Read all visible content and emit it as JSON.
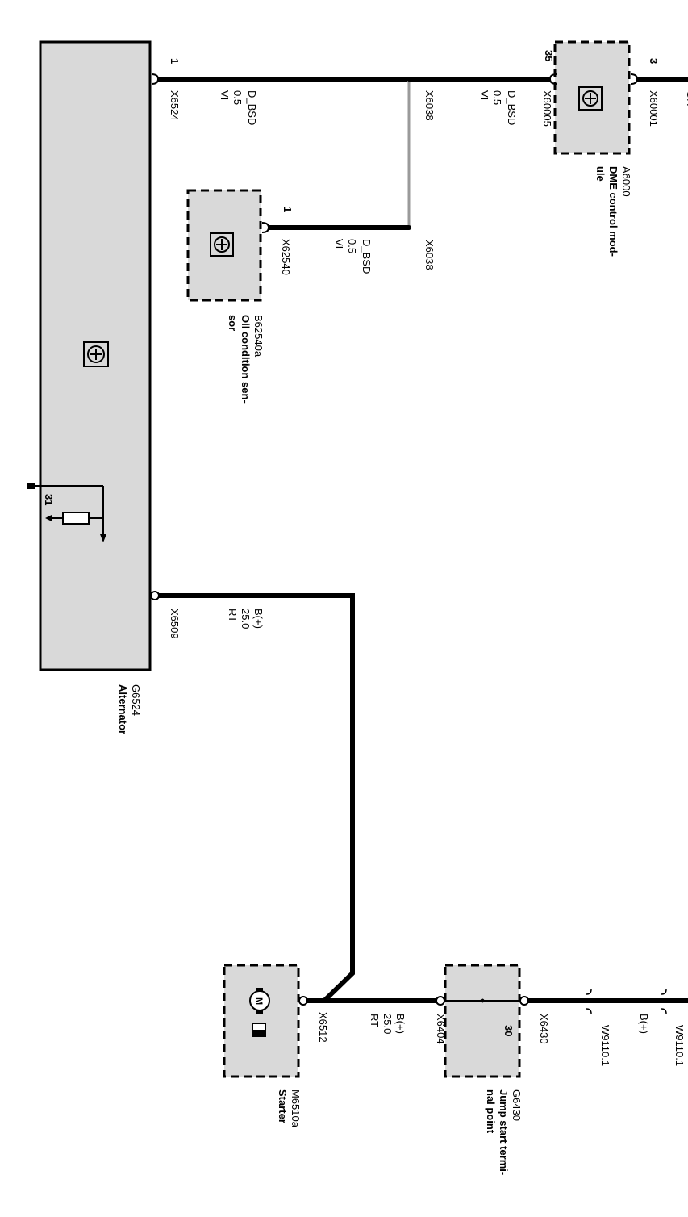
{
  "components": {
    "alternator": {
      "id": "G6524",
      "name": "Alternator"
    },
    "oil_sensor": {
      "id": "B62540a",
      "name_line1": "Oil condition sen-",
      "name_line2": "sor"
    },
    "dme": {
      "id": "A6000",
      "name_line1": "DME control mod-",
      "name_line2": "ule"
    },
    "starter": {
      "id": "M6510a",
      "name": "Starter",
      "motor_letter": "M"
    },
    "jump_start": {
      "id": "G6430",
      "name_line1": "Jump start termi-",
      "name_line2": "nal point",
      "pin": "30"
    }
  },
  "connectors": {
    "x6524": "X6524",
    "x6509": "X6509",
    "x6038_top": "X6038",
    "x6038_sensor": "X6038",
    "x62540": "X62540",
    "x60005": "X60005",
    "x60001": "X60001",
    "x6512": "X6512",
    "x6404": "X6404",
    "x6430": "X6430",
    "w9110_a": "W9110.1",
    "w9110_b": "W9110.1"
  },
  "pins": {
    "alt_1": "1",
    "alt_31": "31",
    "sensor_1": "1",
    "dme_35": "35",
    "dme_3": "3"
  },
  "wires": {
    "bsd_alt": {
      "signal": "D_BSD",
      "size": "0.5",
      "color": "VI"
    },
    "bsd_sensor": {
      "signal": "D_BSD",
      "size": "0.5",
      "color": "VI"
    },
    "bsd_dme": {
      "signal": "D_BSD",
      "size": "0.5",
      "color": "VI"
    },
    "dme_out": {
      "color": "GR"
    },
    "bplus_alt": {
      "signal": "B(+)",
      "size": "25.0",
      "color": "RT"
    },
    "bplus_starter": {
      "signal": "B(+)",
      "size": "25.0",
      "color": "RT"
    },
    "bplus_w9110": {
      "signal": "B(+)"
    }
  }
}
